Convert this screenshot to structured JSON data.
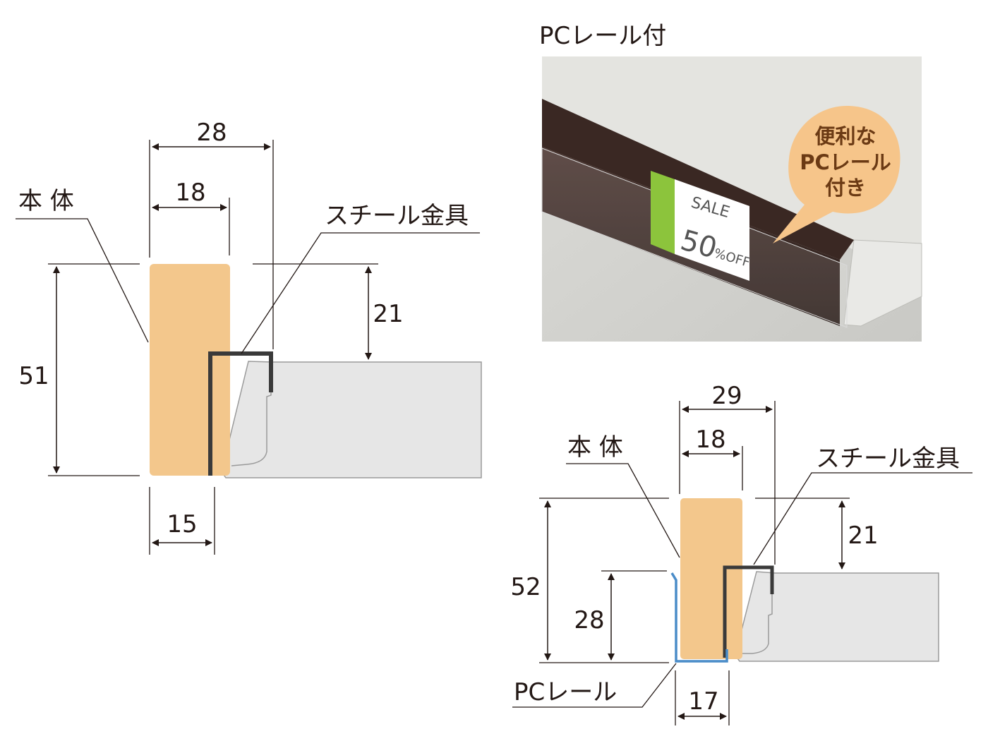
{
  "left_diagram": {
    "body_label": "本 体",
    "bracket_label": "スチール金具",
    "dims": {
      "top_outer": "28",
      "top_inner": "18",
      "height": "51",
      "bracket_drop": "21",
      "bottom_width": "15"
    }
  },
  "photo": {
    "title": "PCレール付",
    "bubble_lines": [
      "便利な",
      "PCレール",
      "付き"
    ],
    "tag_line1": "SALE",
    "tag_number": "50",
    "tag_suffix": "%OFF"
  },
  "right_diagram": {
    "body_label": "本 体",
    "bracket_label": "スチール金具",
    "rail_label": "PCレール",
    "dims": {
      "top_outer": "29",
      "top_inner": "18",
      "height": "52",
      "rail_height": "28",
      "bracket_drop": "21",
      "bottom_width": "17"
    }
  },
  "colors": {
    "wood": "#f3c78c",
    "shelf_fill": "#e5e5e5",
    "steel": "#3a3a3a",
    "rail": "#4a8cc8",
    "bubble": "#f6c58a",
    "tag_green": "#8cc43c",
    "dark_wood": "#3b2a24"
  }
}
